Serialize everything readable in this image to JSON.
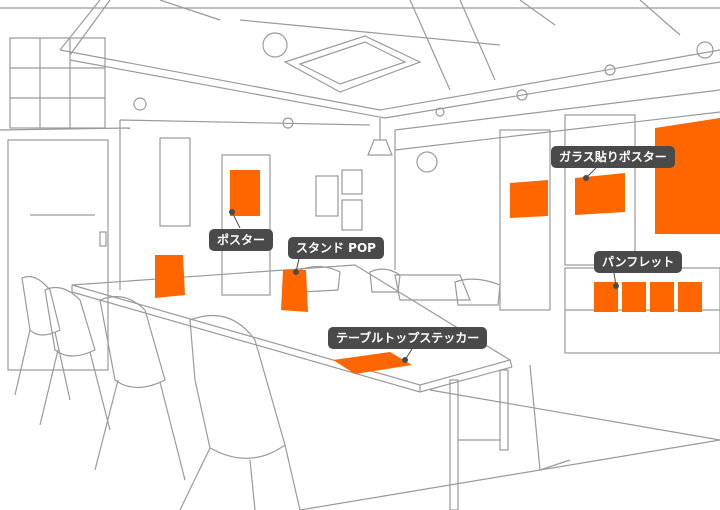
{
  "colors": {
    "accent": "#ff6600",
    "line": "#9a9a9a",
    "label_bg": "#4a4a4a",
    "label_text": "#ffffff"
  },
  "labels": {
    "poster": "ポスター",
    "stand_pop": "スタンド POP",
    "glass_poster": "ガラス貼りポスター",
    "pamphlet": "パンフレット",
    "table_sticker": "テーブルトップステッカー"
  }
}
